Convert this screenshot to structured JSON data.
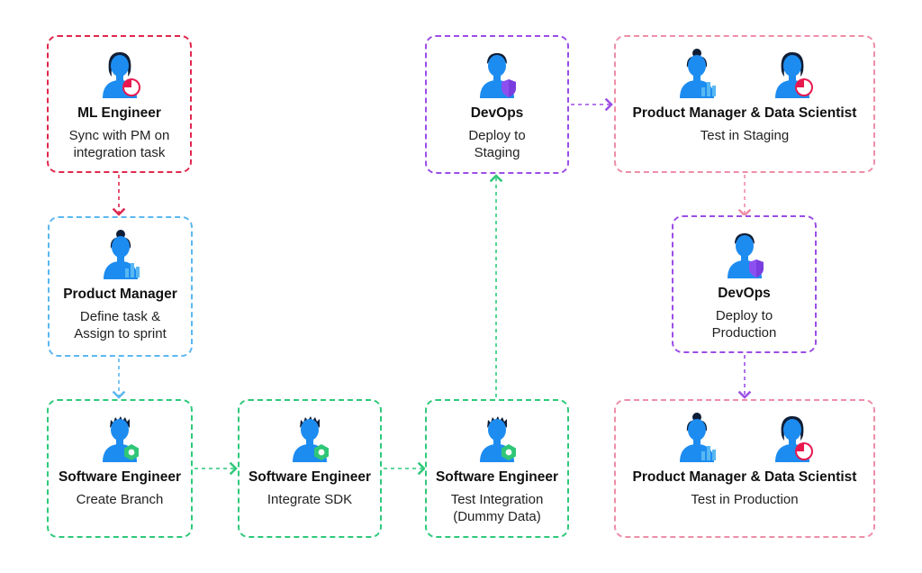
{
  "colors": {
    "ml": "#e0274e",
    "pm": "#5bb7f0",
    "se": "#2ec97a",
    "devops": "#9b4de6",
    "pmds": "#ee8ea8",
    "person": "#1d8cf0",
    "hair": "#0f1e36",
    "chart": "#57b8f2",
    "pie": "#e8184f",
    "shield": "#8c4ff0",
    "hex": "#2fc777"
  },
  "nodes": {
    "ml": {
      "role": "ML Engineer",
      "task": "Sync with PM on\nintegration task",
      "icons": [
        "data-scientist-icon"
      ]
    },
    "pm": {
      "role": "Product Manager",
      "task": "Define task &\nAssign to sprint",
      "icons": [
        "product-manager-icon"
      ]
    },
    "se1": {
      "role": "Software Engineer",
      "task": "Create Branch",
      "icons": [
        "software-engineer-icon"
      ]
    },
    "se2": {
      "role": "Software Engineer",
      "task": "Integrate SDK",
      "icons": [
        "software-engineer-icon"
      ]
    },
    "se3": {
      "role": "Software Engineer",
      "task": "Test Integration\n(Dummy Data)",
      "icons": [
        "software-engineer-icon"
      ]
    },
    "dev1": {
      "role": "DevOps",
      "task": "Deploy to\nStaging",
      "icons": [
        "devops-icon"
      ]
    },
    "pmds1": {
      "role": "Product Manager & Data Scientist",
      "task": "Test in Staging",
      "icons": [
        "product-manager-icon",
        "data-scientist-icon"
      ]
    },
    "dev2": {
      "role": "DevOps",
      "task": "Deploy to\nProduction",
      "icons": [
        "devops-icon"
      ]
    },
    "pmds2": {
      "role": "Product Manager & Data Scientist",
      "task": "Test in Production",
      "icons": [
        "product-manager-icon",
        "data-scientist-icon"
      ]
    }
  }
}
